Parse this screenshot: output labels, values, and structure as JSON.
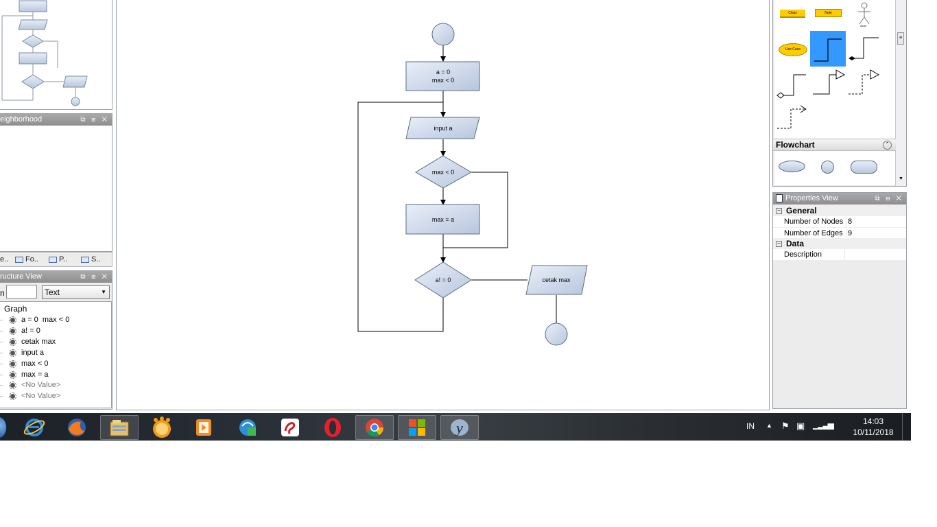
{
  "neighborhood": {
    "title": "eighborhood"
  },
  "tabs": [
    "e..",
    "Fo..",
    "P..",
    "S.."
  ],
  "structure_view": {
    "title": "ructure View",
    "search_label": "n",
    "search_value": "",
    "filter_selected": "Text",
    "root": "Graph",
    "items": [
      "a = 0  max < 0",
      "a! = 0",
      "cetak max",
      "input a",
      "max < 0",
      "max = a",
      "<No Value>",
      "<No Value>"
    ]
  },
  "flowchart": {
    "nodes": {
      "init_line1": "a = 0",
      "init_line2": "max < 0",
      "input": "input a",
      "cond1": "max < 0",
      "assign": "max = a",
      "cond2": "a! = 0",
      "output": "cetak max"
    }
  },
  "palette": {
    "uml_class": "Class",
    "uml_note": "Note",
    "uml_actor": "Actor",
    "uml_usecase": "Use Case",
    "section_flowchart": "Flowchart"
  },
  "properties": {
    "title": "Properties View",
    "general_header": "General",
    "data_header": "Data",
    "rows": [
      {
        "key": "Number of Nodes",
        "value": "8"
      },
      {
        "key": "Number of Edges",
        "value": "9"
      }
    ],
    "description_label": "Description",
    "description_value": ""
  },
  "taskbar": {
    "language": "IN",
    "time": "14:03",
    "date": "10/11/2018"
  },
  "colors": {
    "node_fill_top": "#e8eef7",
    "node_fill_bottom": "#b9c8df",
    "node_stroke": "#5a6b82",
    "selection_blue": "#3399ff",
    "uml_yellow": "#ffcc00",
    "titlebar_gray": "#9a9a9a"
  }
}
